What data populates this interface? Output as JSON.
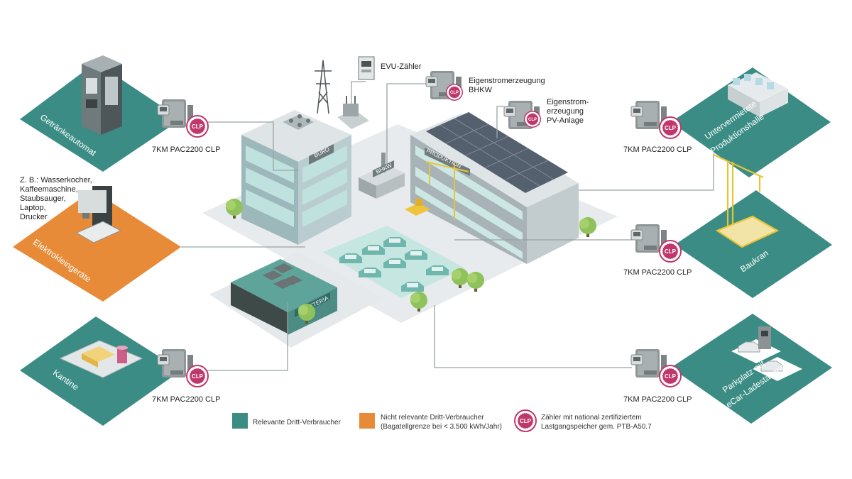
{
  "colors": {
    "teal": "#3a8c84",
    "orange": "#e88b38",
    "clp": "#c0386b",
    "line": "#9aa3a3",
    "ground": "#e7ebee",
    "glass": "#8cc9c4"
  },
  "consumers": [
    {
      "title": "Getränkeautomat",
      "meter": "7KM PAC2200 CLP",
      "icon": "vending-machine-icon"
    },
    {
      "title": "Elektrokleingeräte",
      "icon": "coffee-machine-icon",
      "examples": [
        "Z. B.: Wasserkocher,",
        "Kaffeemaschine,",
        "Staubsauger,",
        "Laptop,",
        "Drucker"
      ]
    },
    {
      "title": "Kantine",
      "meter": "7KM PAC2200 CLP",
      "icon": "food-tray-icon"
    },
    {
      "title": "Untervermietete Produktionshalle",
      "title_lines": [
        "Untervermietete",
        "Produktionshalle"
      ],
      "meter": "7KM PAC2200 CLP",
      "icon": "production-hall-icon"
    },
    {
      "title": "Baukran",
      "meter": "7KM PAC2200 CLP",
      "icon": "crane-icon"
    },
    {
      "title": "Parkplatz mit eCar-Ladestationen",
      "title_lines": [
        "Parkplatz mit",
        "eCar-Ladestationen"
      ],
      "meter": "7KM PAC2200 CLP",
      "icon": "charging-station-icon"
    }
  ],
  "meters_top": [
    {
      "label": "EVU-Zähler"
    },
    {
      "label_lines": [
        "Eigenstromerzeugung",
        "BHKW"
      ]
    },
    {
      "label_lines": [
        "Eigenstrom-",
        "erzeugung",
        "PV-Anlage"
      ]
    }
  ],
  "buildings": {
    "office": "BÜRO",
    "production": "PRODUKTION",
    "chp": "BHKW",
    "cafeteria": "CAFETERIA"
  },
  "clp_badge": "CLP",
  "legend": [
    {
      "label": "Relevante Dritt-Verbraucher"
    },
    {
      "label_lines": [
        "Nicht relevante Dritt-Verbraucher",
        "(Bagatellgrenze bei < 3.500 kWh/Jahr)"
      ]
    },
    {
      "label_lines": [
        "Zähler mit national zertifiziertem",
        "Lastgangspeicher gem. PTB-A50.7"
      ]
    }
  ]
}
